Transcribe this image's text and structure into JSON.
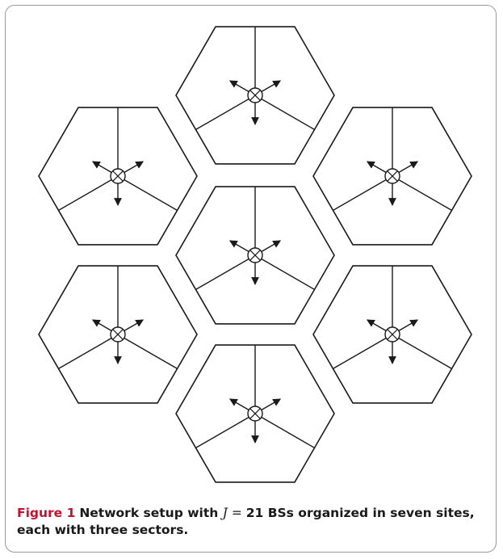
{
  "figure": {
    "label": "Figure 1",
    "caption_before_math": "Network setup with ",
    "math_symbol": "J",
    "math_operator": " = ",
    "math_value": "21",
    "caption_after_math": " BSs organized in seven sites, each with three sectors."
  },
  "diagram": {
    "sites": 7,
    "sectors_per_site": 3,
    "base_station_symbol": "circle-cross",
    "line_color": "#1a1a1a"
  }
}
